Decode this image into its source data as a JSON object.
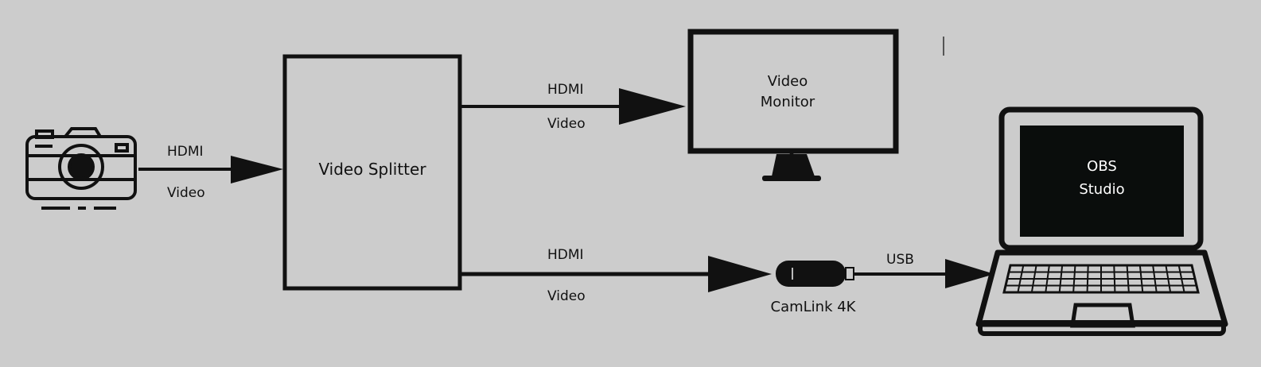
{
  "colors": {
    "background": "#cccccc",
    "stroke": "#111111",
    "screen": "#0a0d0c",
    "screen_text": "#ffffff"
  },
  "camera": {
    "icon": "camera-icon"
  },
  "splitter": {
    "label": "Video Splitter"
  },
  "monitor": {
    "icon": "monitor-icon",
    "line1": "Video",
    "line2": "Monitor"
  },
  "laptop": {
    "icon": "laptop-icon",
    "line1": "OBS",
    "line2": "Studio"
  },
  "camlink": {
    "icon": "usb-capture-stick-icon",
    "label": "CamLink 4K"
  },
  "links": {
    "camera_to_splitter": {
      "top": "HDMI",
      "bottom": "Video"
    },
    "splitter_to_monitor": {
      "top": "HDMI",
      "bottom": "Video"
    },
    "splitter_to_camlink": {
      "top": "HDMI",
      "bottom": "Video"
    },
    "camlink_to_laptop": {
      "top": "USB"
    }
  }
}
